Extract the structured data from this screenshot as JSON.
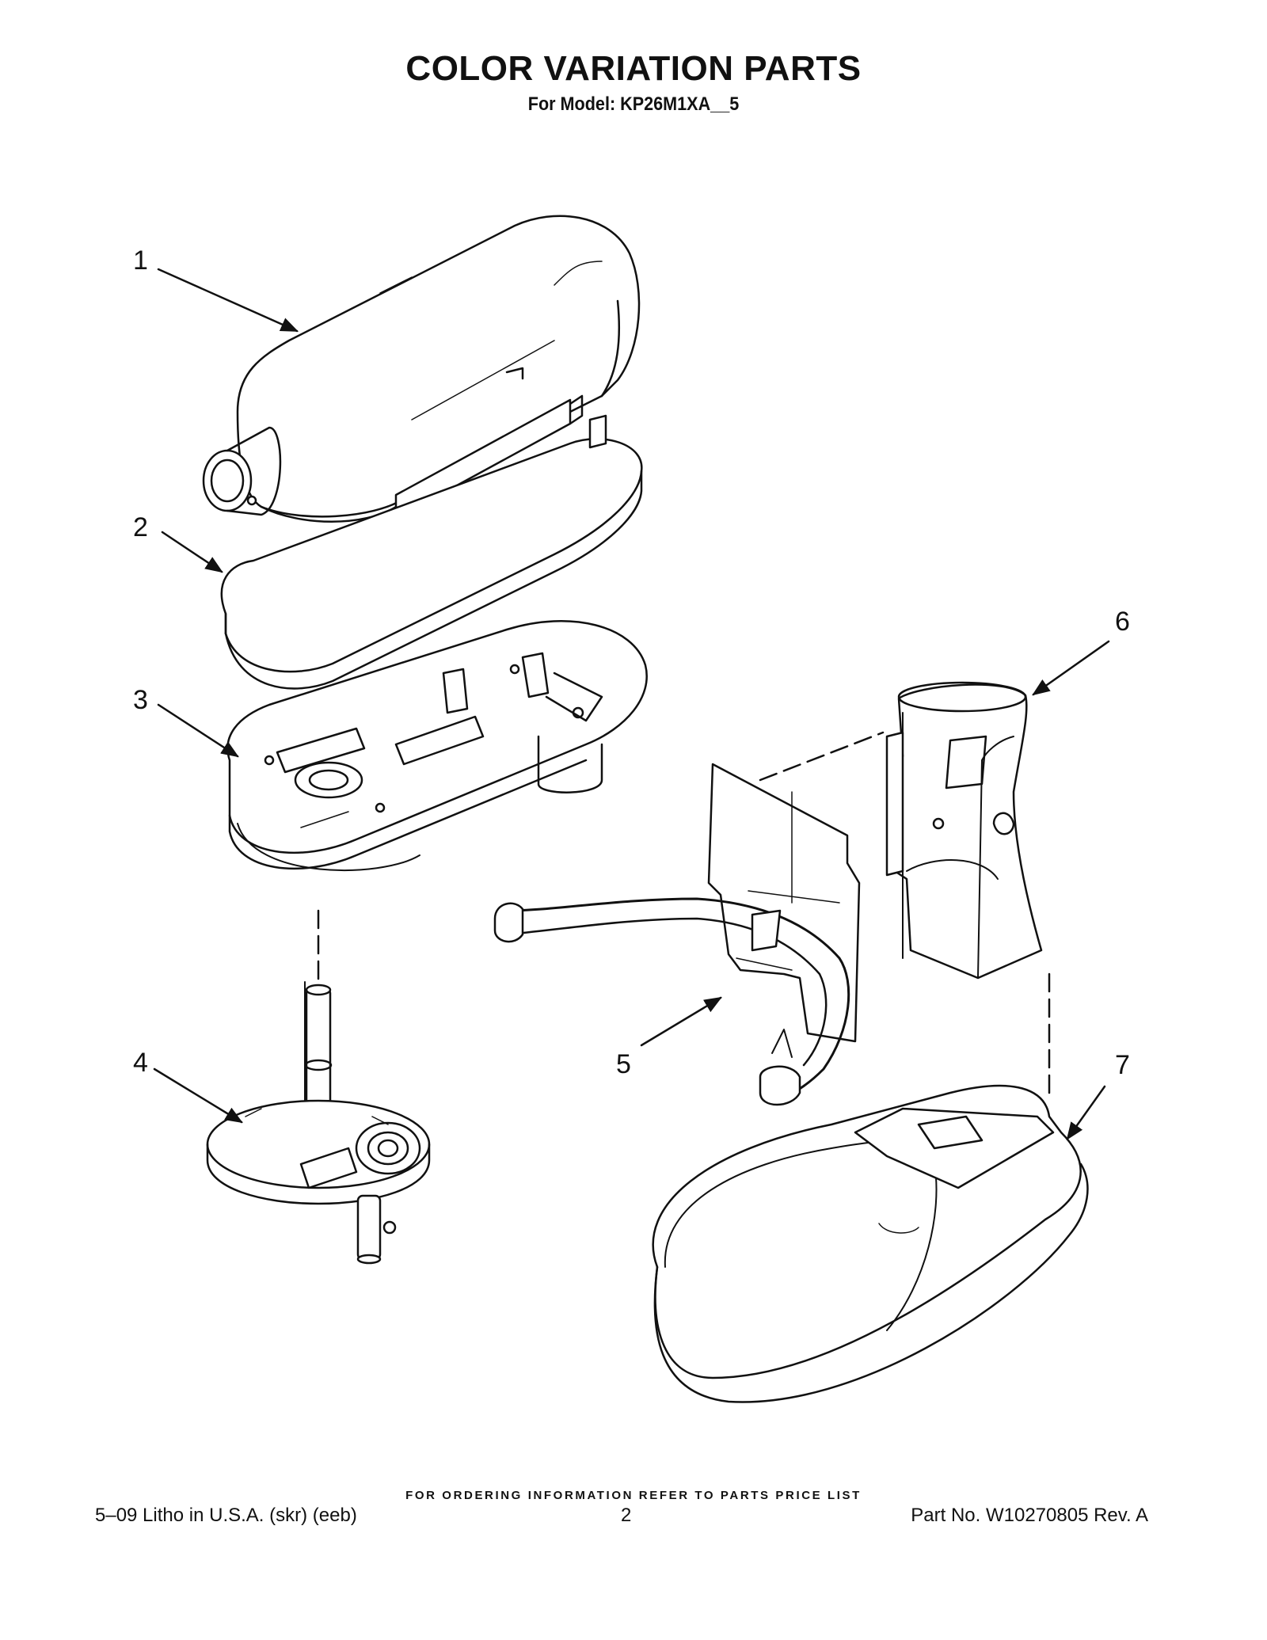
{
  "header": {
    "title": "COLOR VARIATION PARTS",
    "subtitle": "For Model: KP26M1XA__5"
  },
  "callouts": [
    "1",
    "2",
    "3",
    "4",
    "5",
    "6",
    "7"
  ],
  "footer": {
    "ordering_note": "FOR ORDERING INFORMATION REFER TO PARTS PRICE LIST",
    "litho": "5–09 Litho in U.S.A. (skr) (eeb)",
    "page_number": "2",
    "part_number": "Part No. W10270805 Rev. A"
  }
}
